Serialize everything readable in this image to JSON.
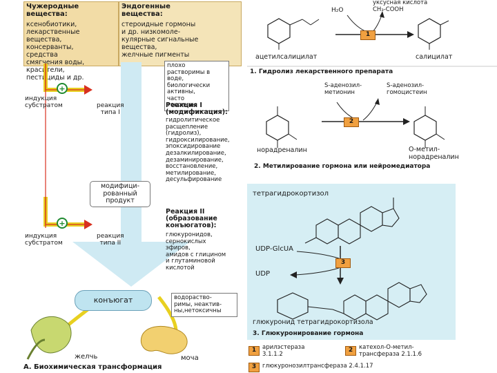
{
  "left": {
    "xeno_title": "Чужеродные\nвещества:",
    "endo_title": "Эндогенные\nвещества:",
    "xeno_list": "ксенобиотики,\nлекарственные\nвещества,\nконсерванты,\nсредства\nсмягчения воды,\nкрасители,\nпестициды и др.",
    "endo_list": "стероидные гормоны\nи др. низкомоле-\nкулярные сигнальные\nвещества,\nжелчные пигменты",
    "note1": "плохо\nрастворимы в\nводе,\nбиологически\nактивны,\nчасто\nтоксичны",
    "induction1": "индукция\nсубстратом",
    "reaction1": "реакция\nтипа I",
    "r1_title": "Реакция I\n(модификация):",
    "r1_list": "гидролитическое\nрасщепление\n(гидролиз),\nгидроксилирование,\nэпоксидирование\nдезалкилирование,\nдезаминирование,\nвосстановление,\nметилирование,\nдесульфирование",
    "modified": "модифици-\nрованный\nпродукт",
    "induction2": "индукция\nсубстратом",
    "reaction2": "реакция\nтипа II",
    "r2_title": "Реакция II\n(образование\nконъюгатов):",
    "r2_list": "глюкуронидов,\nсернокислых\nэфиров,\nамидов с глицином\nи глутаминовой\nкислотой",
    "conjugate": "конъюгат",
    "note2": "водораство-\nримы, неактив-\nны,нетоксичны",
    "bile": "желчь",
    "urine": "моча",
    "caption": "А. Биохимическая трансформация"
  },
  "panel1": {
    "acetic_acid": "уксусная кислота\nCH₃-COOH",
    "water": "H₂O",
    "badge": "1",
    "substrate": "ацетилсалицилат",
    "product": "салицилат",
    "caption": "1. Гидролиз лекарственного препарата"
  },
  "panel2": {
    "sam": "S-аденозил-\nметионин",
    "sah": "S-аденозил-\nгомоцистеин",
    "badge": "2",
    "substrate": "норадреналин",
    "product": "О-метил-\nнорадреналин",
    "caption": "2. Метилирование\nгормона или нейромедиатора"
  },
  "panel3": {
    "substrate": "тетрагидрокортизол",
    "udp_glcua": "UDP-GlcUA",
    "udp": "UDP",
    "badge": "3",
    "product": "глюкуронид тетрагидрокортизола",
    "caption": "3. Глюкуронирование гормона"
  },
  "legend": [
    {
      "num": "1",
      "text": "арилэстераза\n3.1.1.2"
    },
    {
      "num": "2",
      "text": "катехол-О-метил-\nтрансфераза 2.1.1.6"
    },
    {
      "num": "3",
      "text": "глюкуронозилтрансфераза 2.4.1.17"
    }
  ]
}
